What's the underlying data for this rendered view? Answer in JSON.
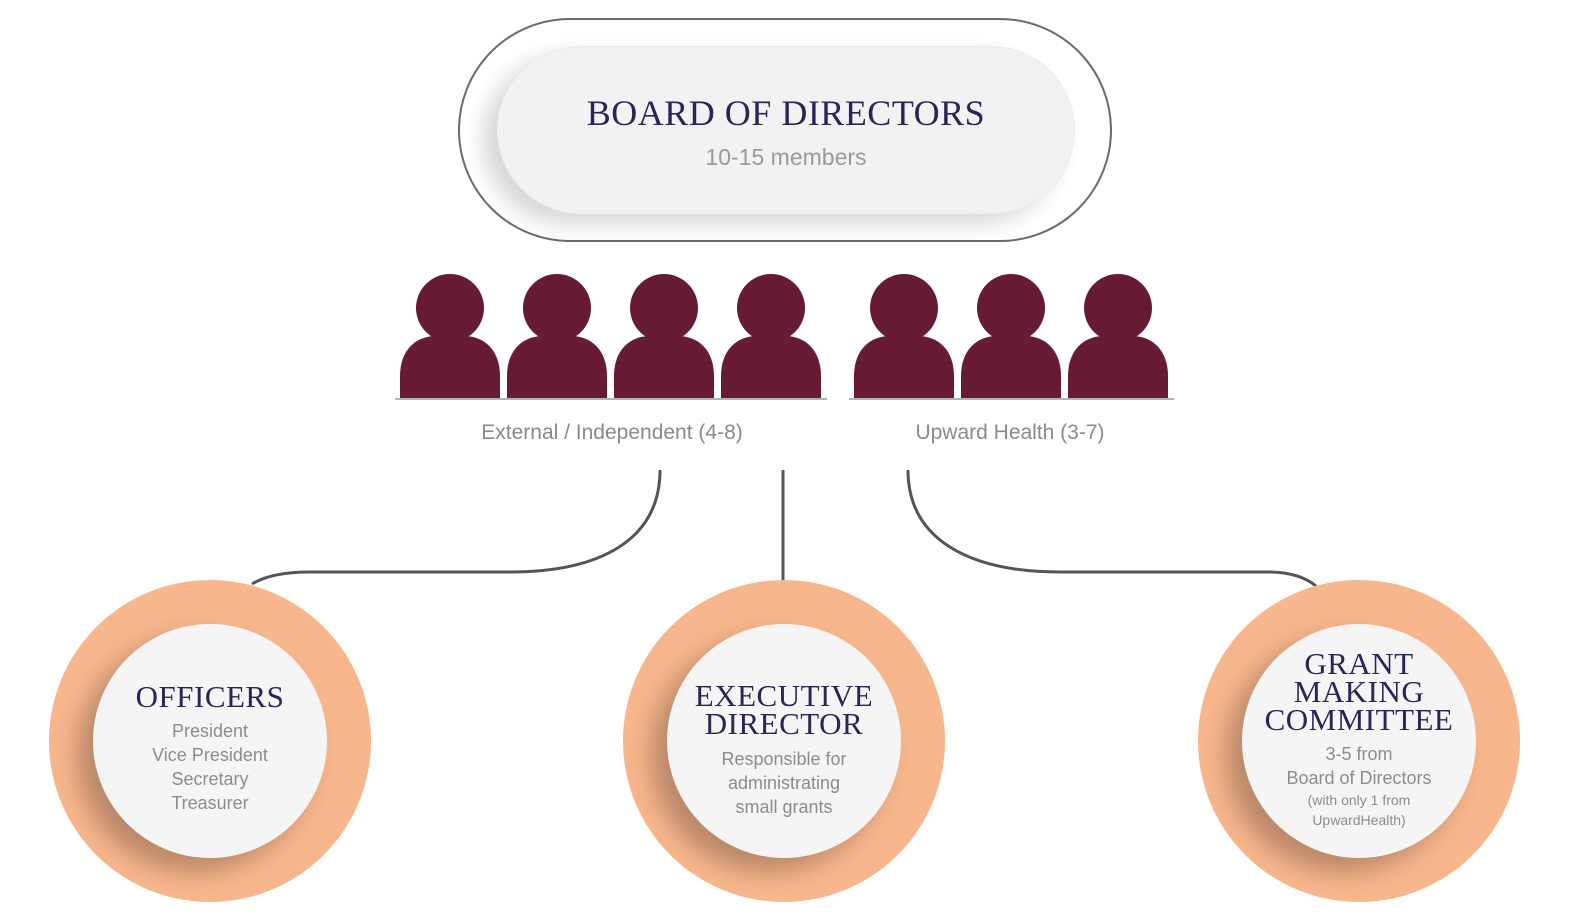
{
  "board": {
    "title": "BOARD OF DIRECTORS",
    "subtitle": "10-15 members"
  },
  "groups": [
    {
      "label": "External / Independent (4-8)",
      "member_count_icons": 4
    },
    {
      "label": "Upward Health (3-7)",
      "member_count_icons": 3
    }
  ],
  "colors": {
    "person_icon": "#661a33",
    "circle_ring": "#f8b68c",
    "title_text": "#2a2457",
    "body_text": "#8c8c8c",
    "connector": "#555555"
  },
  "nodes": [
    {
      "title_lines": [
        "OFFICERS"
      ],
      "lines": [
        "President",
        "Vice President",
        "Secretary",
        "Treasurer"
      ]
    },
    {
      "title_lines": [
        "EXECUTIVE",
        "DIRECTOR"
      ],
      "lines": [
        "Responsible for",
        "administrating",
        "small grants"
      ]
    },
    {
      "title_lines": [
        "GRANT",
        "MAKING",
        "COMMITTEE"
      ],
      "lines": [
        "3-5 from",
        "Board of Directors"
      ],
      "small_lines": [
        "(with only 1 from",
        "UpwardHealth)"
      ]
    }
  ]
}
